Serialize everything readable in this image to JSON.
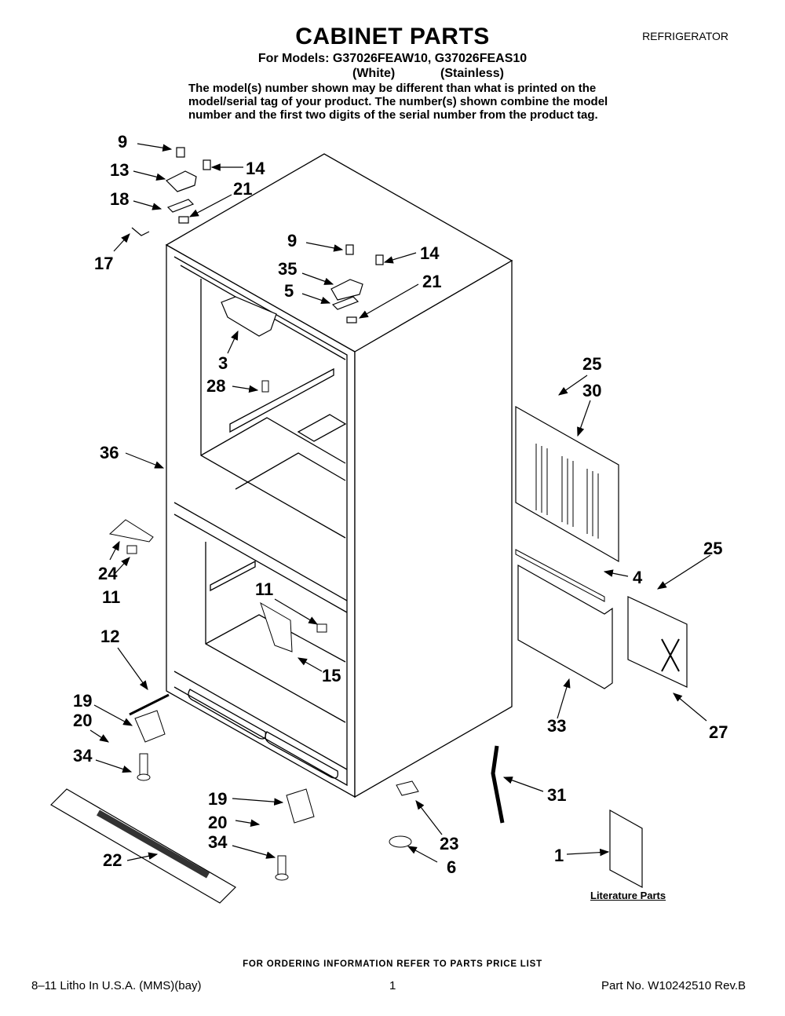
{
  "header": {
    "title": "CABINET PARTS",
    "category": "REFRIGERATOR",
    "models_line": "For Models: G37026FEAW10, G37026FEAS10",
    "variant_white": "(White)",
    "variant_stainless": "(Stainless)",
    "note": "The model(s) number shown may be different than what is printed on the model/serial tag of your product. The number(s) shown combine the model number and the first two digits of the serial number from the product tag."
  },
  "callouts": {
    "c9a": "9",
    "c13": "13",
    "c14a": "14",
    "c18": "18",
    "c21a": "21",
    "c17": "17",
    "c9b": "9",
    "c35": "35",
    "c14b": "14",
    "c5": "5",
    "c21b": "21",
    "c3": "3",
    "c28": "28",
    "c25a": "25",
    "c30": "30",
    "c36": "36",
    "c24": "24",
    "c11a": "11",
    "c11b": "11",
    "c15": "15",
    "c4": "4",
    "c25b": "25",
    "c12": "12",
    "c19a": "19",
    "c20a": "20",
    "c34a": "34",
    "c33": "33",
    "c27": "27",
    "c31": "31",
    "c19b": "19",
    "c20b": "20",
    "c34b": "34",
    "c22": "22",
    "c23": "23",
    "c6": "6",
    "c1": "1"
  },
  "literature_label": "Literature Parts",
  "footer": {
    "ordering_note": "FOR ORDERING INFORMATION REFER TO PARTS PRICE LIST",
    "print_info": "8–11 Litho In U.S.A. (MMS)(bay)",
    "page_number": "1",
    "part_number": "Part No. W10242510 Rev.B"
  }
}
